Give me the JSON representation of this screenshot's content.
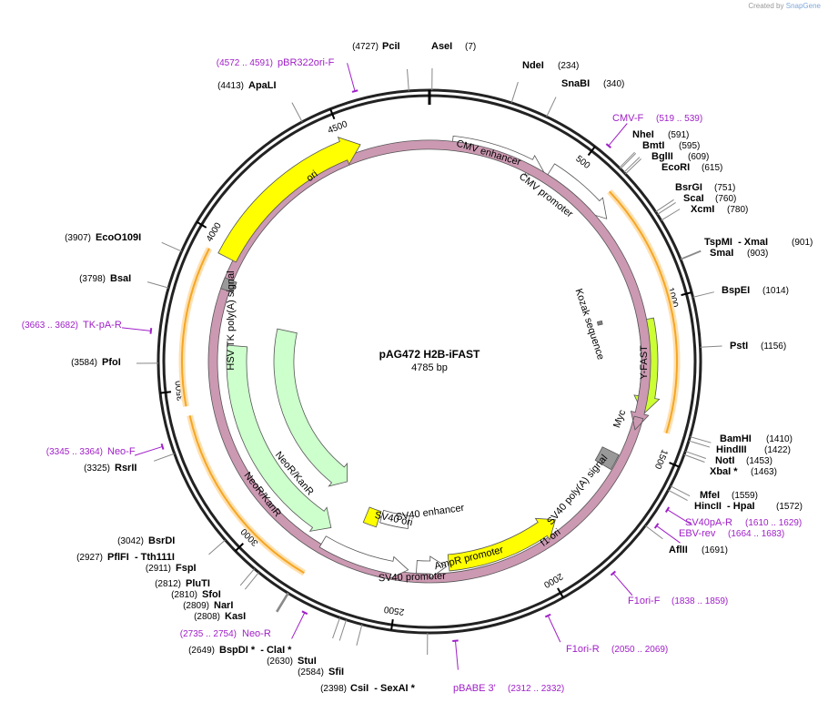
{
  "credit": {
    "prefix": "Created by",
    "brand": "SnapGene"
  },
  "plasmid": {
    "name": "pAG472 H2B-iFAST",
    "size_label": "4785 bp",
    "length": 4785
  },
  "ticks": [
    "500",
    "1000",
    "1500",
    "2000",
    "2500",
    "3000",
    "3500",
    "4000",
    "4500"
  ],
  "sites": [
    {
      "name": "PciI",
      "pos": "(4727)"
    },
    {
      "name": "AseI",
      "pos": "(7)"
    },
    {
      "name": "NdeI",
      "pos": "(234)"
    },
    {
      "name": "SnaBI",
      "pos": "(340)"
    },
    {
      "name": "NheI",
      "pos": "(591)"
    },
    {
      "name": "BmtI",
      "pos": "(595)"
    },
    {
      "name": "BglII",
      "pos": "(609)"
    },
    {
      "name": "EcoRI",
      "pos": "(615)"
    },
    {
      "name": "BsrGI",
      "pos": "(751)"
    },
    {
      "name": "ScaI",
      "pos": "(760)"
    },
    {
      "name": "XcmI",
      "pos": "(780)"
    },
    {
      "name": "TspMI  - XmaI",
      "pos": "(901)"
    },
    {
      "name": "SmaI",
      "pos": "(903)"
    },
    {
      "name": "BspEI",
      "pos": "(1014)"
    },
    {
      "name": "PstI",
      "pos": "(1156)"
    },
    {
      "name": "BamHI",
      "pos": "(1410)"
    },
    {
      "name": "HindIII",
      "pos": "(1422)"
    },
    {
      "name": "NotI",
      "pos": "(1453)"
    },
    {
      "name": "XbaI *",
      "pos": "(1463)"
    },
    {
      "name": "MfeI",
      "pos": "(1559)"
    },
    {
      "name": "HincII  - HpaI",
      "pos": "(1572)"
    },
    {
      "name": "AflII",
      "pos": "(1691)"
    },
    {
      "name": "CsiI  - SexAI *",
      "pos": "(2398)"
    },
    {
      "name": "SfiI",
      "pos": "(2584)"
    },
    {
      "name": "StuI",
      "pos": "(2630)"
    },
    {
      "name": "BspDI *  - ClaI *",
      "pos": "(2649)"
    },
    {
      "name": "KasI",
      "pos": "(2808)"
    },
    {
      "name": "NarI",
      "pos": "(2809)"
    },
    {
      "name": "SfoI",
      "pos": "(2810)"
    },
    {
      "name": "PluTI",
      "pos": "(2812)"
    },
    {
      "name": "FspI",
      "pos": "(2911)"
    },
    {
      "name": "PflFI  - Tth111I",
      "pos": "(2927)"
    },
    {
      "name": "BsrDI",
      "pos": "(3042)"
    },
    {
      "name": "RsrII",
      "pos": "(3325)"
    },
    {
      "name": "PfoI",
      "pos": "(3584)"
    },
    {
      "name": "BsaI",
      "pos": "(3798)"
    },
    {
      "name": "EcoO109I",
      "pos": "(3907)"
    },
    {
      "name": "ApaLI",
      "pos": "(4413)"
    }
  ],
  "primers": [
    {
      "name": "pBR322ori-F",
      "range": "(4572 .. 4591)"
    },
    {
      "name": "CMV-F",
      "range": "(519 .. 539)"
    },
    {
      "name": "SV40pA-R",
      "range": "(1610 .. 1629)"
    },
    {
      "name": "EBV-rev",
      "range": "(1664 .. 1683)"
    },
    {
      "name": "F1ori-F",
      "range": "(1838 .. 1859)"
    },
    {
      "name": "F1ori-R",
      "range": "(2050 .. 2069)"
    },
    {
      "name": "pBABE 3'",
      "range": "(2312 .. 2332)"
    },
    {
      "name": "Neo-R",
      "range": "(2735 .. 2754)"
    },
    {
      "name": "Neo-F",
      "range": "(3345 .. 3364)"
    },
    {
      "name": "TK-pA-R",
      "range": "(3663 .. 3682)"
    }
  ],
  "features": [
    {
      "name": "CMV enhancer",
      "color": "#ffffff"
    },
    {
      "name": "CMV promoter",
      "color": "#ffffff"
    },
    {
      "name": "Kozak sequence",
      "color": "#808080"
    },
    {
      "name": "Y-FAST",
      "color": "#ccff33"
    },
    {
      "name": "Myc",
      "color": "#cc99b2"
    },
    {
      "name": "SV40 poly(A) signal",
      "color": "#999999"
    },
    {
      "name": "f1 ori",
      "color": "#ffff00"
    },
    {
      "name": "AmpR promoter",
      "color": "#ffffff"
    },
    {
      "name": "SV40 promoter",
      "color": "#ffffff"
    },
    {
      "name": "SV40 ori",
      "color": "#ffff00"
    },
    {
      "name": "SV40 enhancer",
      "color": "#ffffff"
    },
    {
      "name": "NeoR/KanR",
      "color": "#ccffcc"
    },
    {
      "name": "NeoR/KanR",
      "color": "#ccffcc"
    },
    {
      "name": "HSV TK poly(A) signal",
      "color": "#999999"
    },
    {
      "name": "ori",
      "color": "#ffff00"
    }
  ],
  "colors": {
    "primer": "#a020c8",
    "orf": "#f5a623",
    "orf_highlight": "#ffe0b0",
    "backbone": "#222222"
  }
}
